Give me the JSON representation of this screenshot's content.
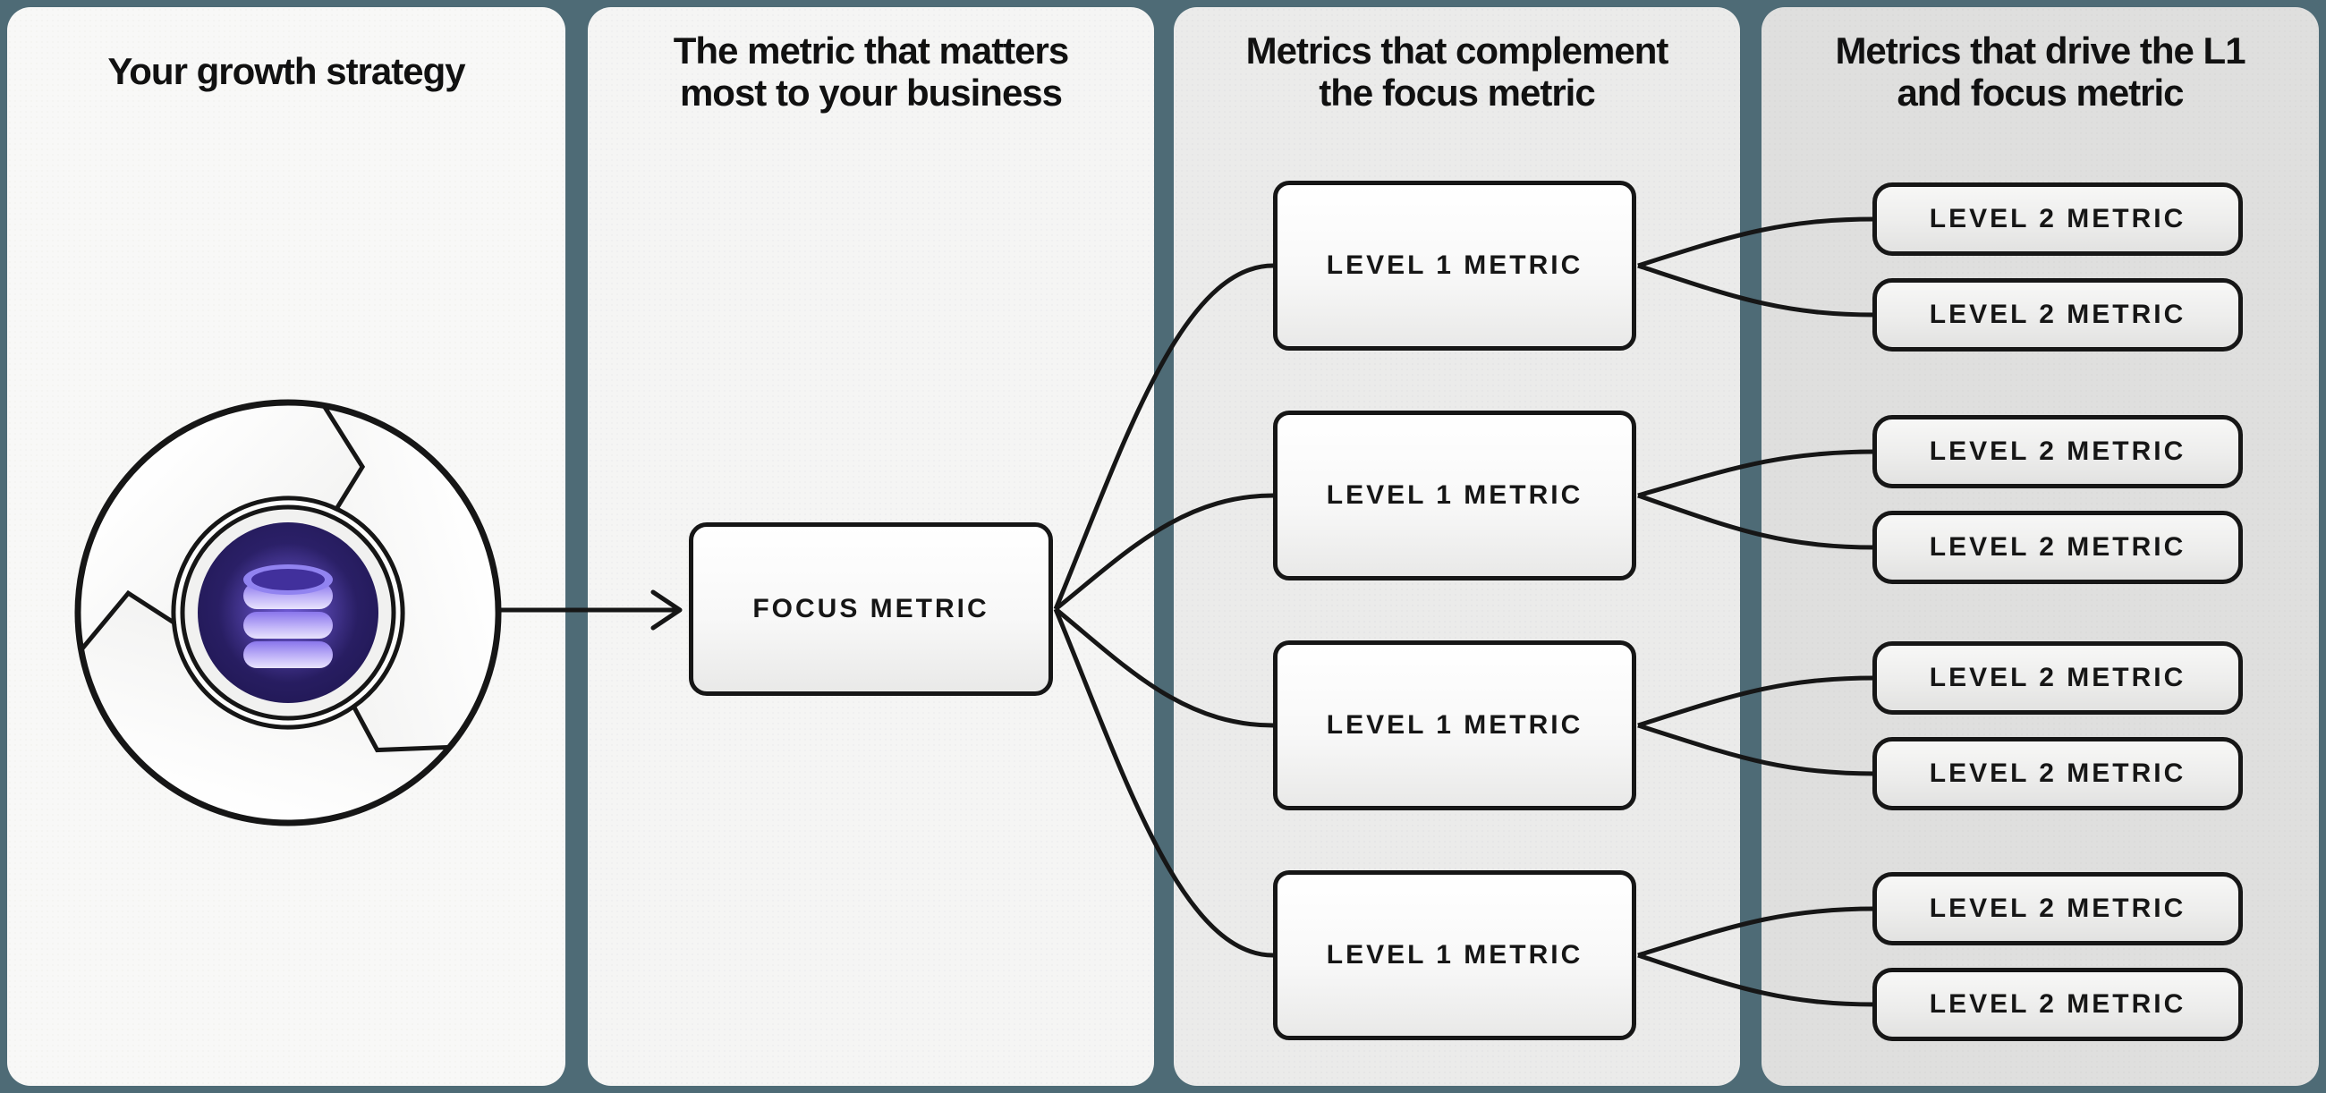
{
  "colors": {
    "background": "#4e6b76",
    "line": "#161616",
    "panel_light": "#f8f8f7",
    "panel_mid": "#ebebea",
    "panel_dark": "#dfdfde",
    "hub_purple": "#2b2068",
    "database_purple": "#8f7bf0"
  },
  "panels": [
    {
      "id": "growth-strategy",
      "title": "Your growth strategy"
    },
    {
      "id": "focus-metric",
      "title": "The metric that matters most to your business"
    },
    {
      "id": "level1-metrics",
      "title": "Metrics that complement the focus metric"
    },
    {
      "id": "level2-metrics",
      "title": "Metrics that drive the L1 and focus metric"
    }
  ],
  "nodes": {
    "focus": {
      "label": "FOCUS METRIC"
    },
    "level1": [
      {
        "label": "LEVEL 1 METRIC"
      },
      {
        "label": "LEVEL 1 METRIC"
      },
      {
        "label": "LEVEL 1 METRIC"
      },
      {
        "label": "LEVEL 1 METRIC"
      }
    ],
    "level2": [
      {
        "label": "LEVEL 2 METRIC"
      },
      {
        "label": "LEVEL 2 METRIC"
      },
      {
        "label": "LEVEL 2 METRIC"
      },
      {
        "label": "LEVEL 2 METRIC"
      },
      {
        "label": "LEVEL 2 METRIC"
      },
      {
        "label": "LEVEL 2 METRIC"
      },
      {
        "label": "LEVEL 2 METRIC"
      },
      {
        "label": "LEVEL 2 METRIC"
      }
    ]
  },
  "icons": {
    "flywheel": "flywheel-icon",
    "database": "database-icon",
    "arrow": "arrow-right-icon"
  }
}
